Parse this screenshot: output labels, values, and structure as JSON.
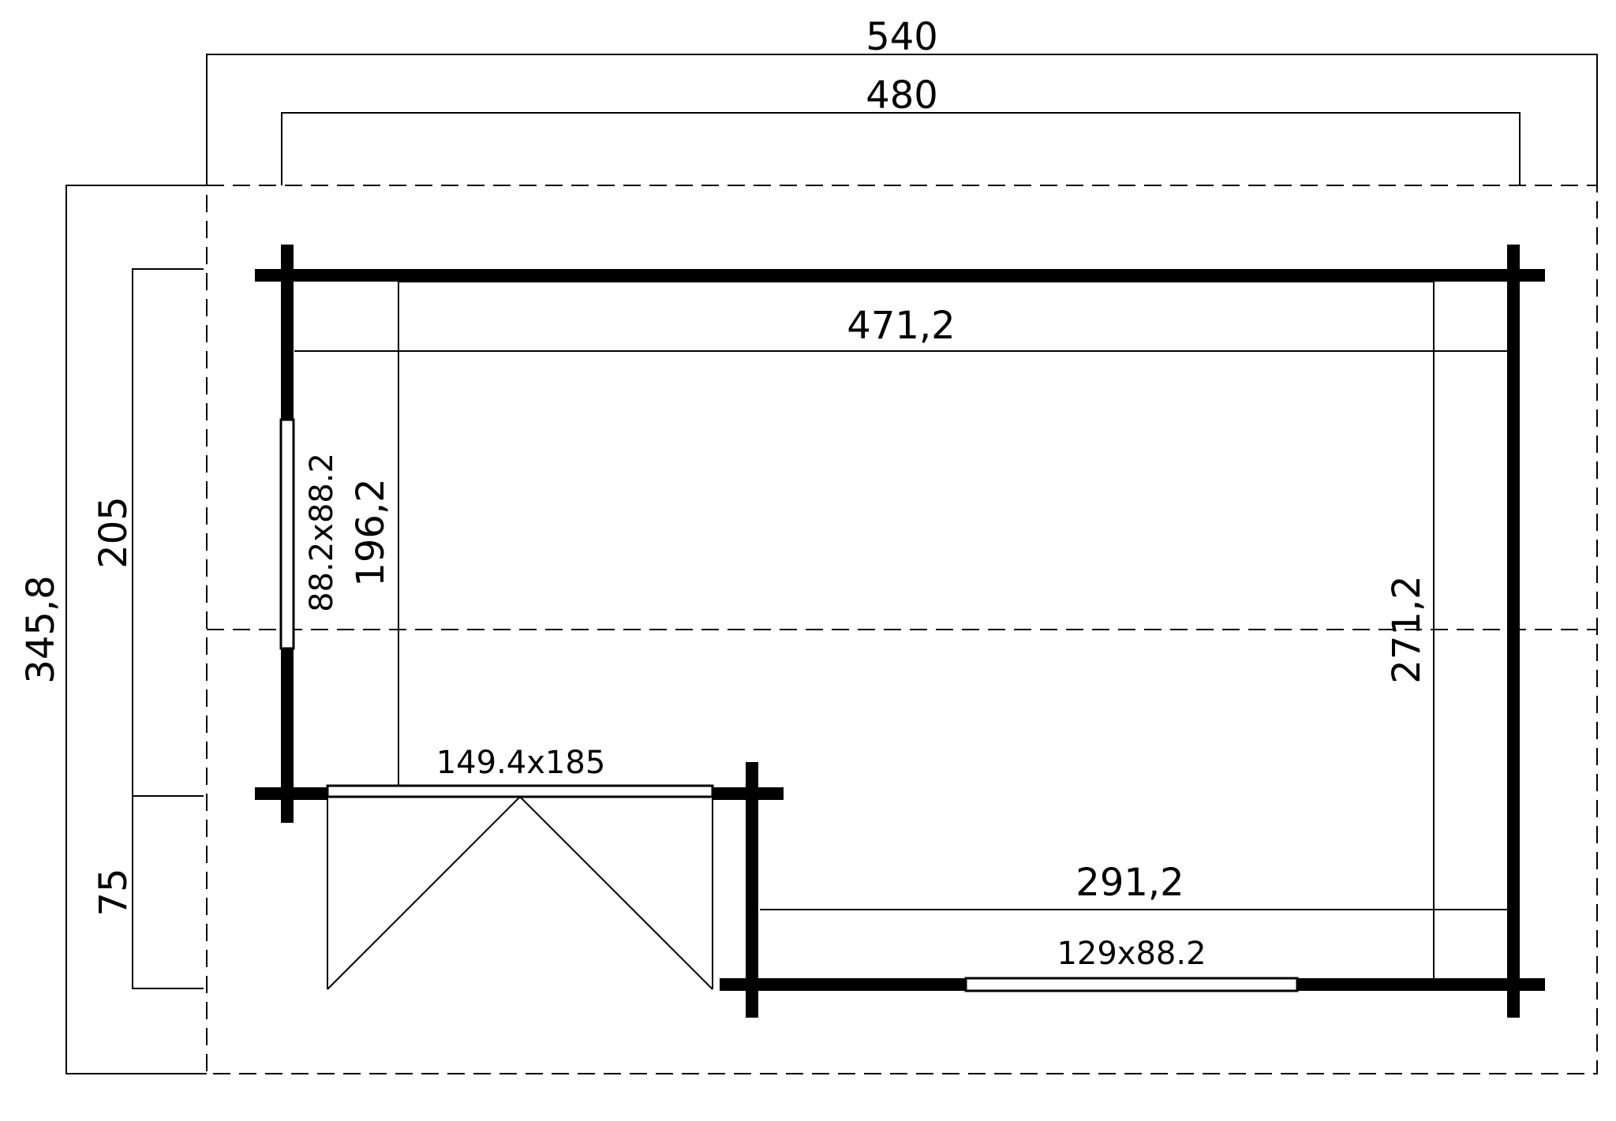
{
  "colors": {
    "background": "#ffffff",
    "lines": "#000000"
  },
  "dimensions": {
    "overall_width": "540",
    "wall_width": "480",
    "overall_depth": "345,8",
    "depth_front": "205",
    "depth_back": "75",
    "inner_width": "471,2",
    "inner_depth_left": "196,2",
    "inner_depth_right": "271,2",
    "inner_width_bottom": "291,2"
  },
  "openings": {
    "side_window": "88.2x88.2",
    "door": "149.4x185",
    "front_window": "129x88.2"
  }
}
